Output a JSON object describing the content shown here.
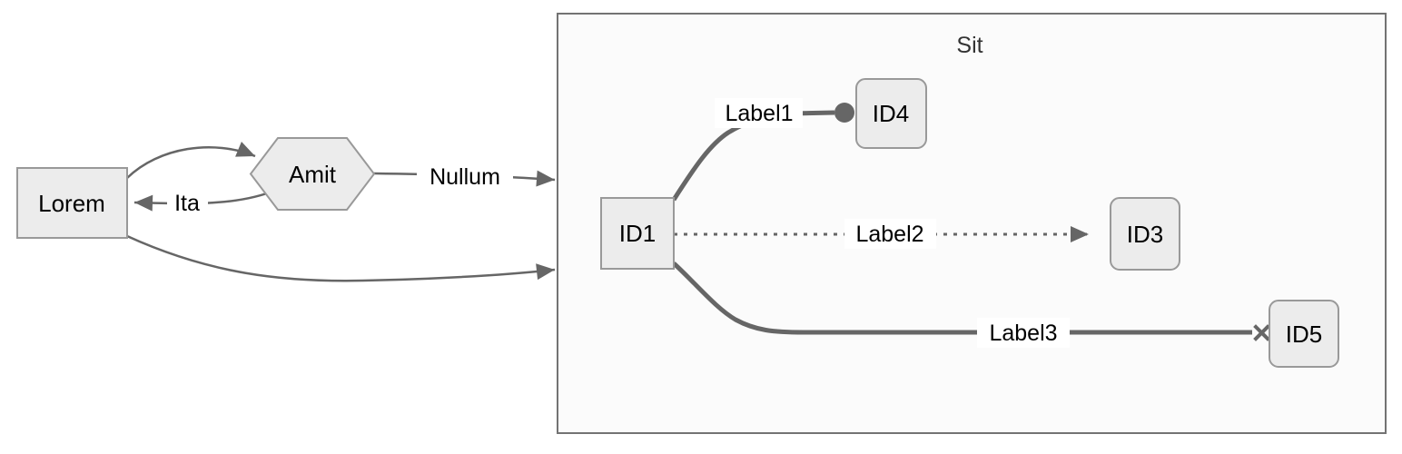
{
  "diagram": {
    "type": "flowchart",
    "direction": "LR",
    "nodes": [
      {
        "id": "lorem",
        "label": "Lorem",
        "shape": "rectangle"
      },
      {
        "id": "amit",
        "label": "Amit",
        "shape": "hexagon"
      },
      {
        "id": "id1",
        "label": "ID1",
        "shape": "rectangle"
      },
      {
        "id": "id4",
        "label": "ID4",
        "shape": "rounded-rectangle"
      },
      {
        "id": "id3",
        "label": "ID3",
        "shape": "rounded-rectangle"
      },
      {
        "id": "id5",
        "label": "ID5",
        "shape": "rounded-rectangle"
      }
    ],
    "edges": [
      {
        "from": "lorem",
        "to": "amit",
        "label": "",
        "style": "solid",
        "ending": "arrow"
      },
      {
        "from": "amit",
        "to": "lorem",
        "label": "Ita",
        "style": "solid",
        "ending": "arrow"
      },
      {
        "from": "amit",
        "to": "subgraph",
        "label": "Nullum",
        "style": "solid",
        "ending": "arrow"
      },
      {
        "from": "lorem",
        "to": "subgraph",
        "label": "",
        "style": "solid",
        "ending": "arrow"
      },
      {
        "from": "id1",
        "to": "id4",
        "label": "Label1",
        "style": "thick",
        "ending": "circle"
      },
      {
        "from": "id1",
        "to": "id3",
        "label": "Label2",
        "style": "dotted",
        "ending": "arrow"
      },
      {
        "from": "id1",
        "to": "id5",
        "label": "Label3",
        "style": "thick",
        "ending": "cross"
      }
    ],
    "subgraph": {
      "label": "Sit",
      "contains": [
        "id1",
        "id3",
        "id4",
        "id5"
      ]
    }
  },
  "colors": {
    "edge": "#666666",
    "node_fill": "#ececec",
    "node_border": "#999999",
    "subgraph_fill": "#fbfbfb",
    "subgraph_border": "#737373",
    "label_text": "#000000",
    "title_text": "#333333",
    "label_background": "#ffffff"
  }
}
